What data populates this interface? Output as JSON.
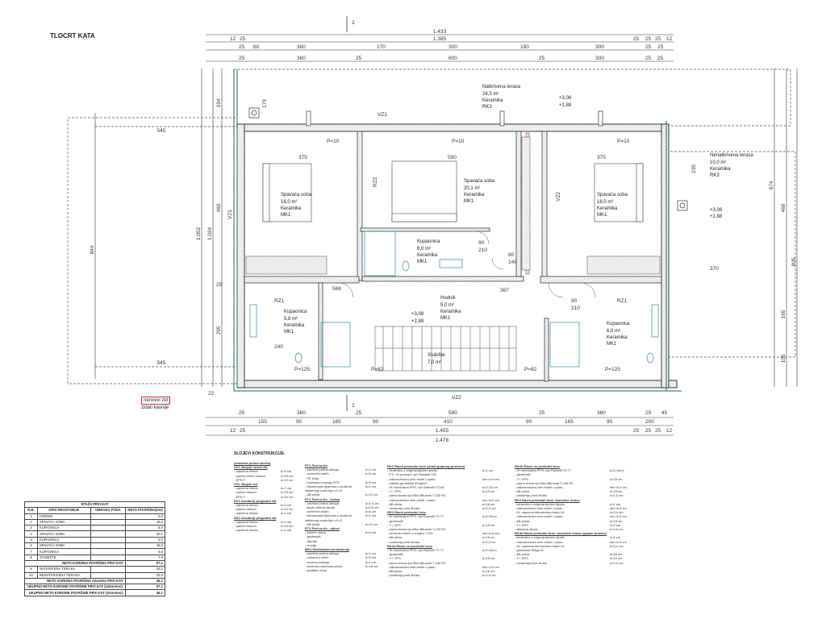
{
  "sheet_title": "TLOCRT KATA",
  "section_mark": "2",
  "overall_dims": {
    "top1": "1.433",
    "top2": "1.385",
    "bottom1": "1.455",
    "bottom2": "1.478",
    "left1": "1.052",
    "left2": "1.024",
    "left3": "844",
    "right1": "805",
    "right2": "674"
  },
  "top_row2": [
    "12",
    "25",
    "25",
    "25",
    "25",
    "12"
  ],
  "top_row3": [
    "25",
    "60",
    "360",
    "170",
    "300",
    "180",
    "300",
    "25",
    "25"
  ],
  "top_row4": [
    "25",
    "360",
    "25",
    "600",
    "25",
    "300",
    "25",
    "25"
  ],
  "bottom_row": [
    "25",
    "360",
    "25",
    "590",
    "25",
    "360",
    "25",
    "45"
  ],
  "bottom_row2": [
    "155",
    "90",
    "165",
    "90",
    "410",
    "90",
    "165",
    "90",
    "200"
  ],
  "bottom_row3": [
    "12",
    "25",
    "25",
    "25",
    "25",
    "12"
  ],
  "rooms": {
    "terrace_covered": {
      "name": "Natkrivena terasa",
      "area": "24,3 m²",
      "floor": "Keramika",
      "code": "RK3",
      "level1": "+3,08",
      "level2": "+2,88"
    },
    "terrace_open": {
      "name": "Nenatkrivena terasa",
      "area": "10,0 m²",
      "floor": "Keramika",
      "code": "RK3",
      "level1": "+3,08",
      "level2": "+2,88"
    },
    "bed1": {
      "name": "Spavaća soba",
      "area": "18,0 m²",
      "floor": "Keramika",
      "code": "MK1"
    },
    "bed2": {
      "name": "Spavaća soba",
      "area": "20,1 m²",
      "floor": "Keramika",
      "code": "MK1"
    },
    "bed3": {
      "name": "Spavaća soba",
      "area": "18,0 m²",
      "floor": "Keramika",
      "code": "MK1"
    },
    "bath_center": {
      "name": "Kupaonica",
      "area": "6,0 m²",
      "floor": "Keramika",
      "code": "MK1"
    },
    "bath_left": {
      "name": "Kupaonica",
      "area": "5,8 m²",
      "floor": "Keramika",
      "code": "MK1"
    },
    "bath_right": {
      "name": "Kupaonica",
      "area": "6,0 m²",
      "floor": "Keramika",
      "code": "MK1"
    },
    "hall": {
      "name": "Hodnik",
      "area": "5,0 m²",
      "floor": "Keramika",
      "code": "MK1",
      "level1": "+3,08",
      "level2": "+2,88"
    },
    "stairs": {
      "name": "Stubište",
      "area": "7,0 m²"
    }
  },
  "inner_dims": {
    "d375a": "375",
    "d590": "590",
    "d375b": "375",
    "d568": "568",
    "d367": "367",
    "d370": "370",
    "d240": "240",
    "d545a": "545",
    "d545b": "545",
    "d210a": "210",
    "d210b": "210",
    "d90a": "90",
    "d90b": "90",
    "d80": "80",
    "d140": "140",
    "d460a": "460",
    "d460b": "460",
    "d295": "295",
    "d165": "165",
    "d105": "105",
    "d194": "194",
    "d179": "179",
    "d235": "235",
    "d25": "25",
    "d22": "22"
  },
  "wall_tags": {
    "vz1": "VZ1",
    "vz2": "VZ2",
    "vz1b": "VZ1",
    "rz2": "RZ2",
    "rz1a": "RZ1",
    "rz1b": "RZ1",
    "vz2s": "VZ2",
    "p10a": "P=10",
    "p10b": "P=10",
    "p10c": "P=10",
    "p125a": "P=125",
    "p125b": "P=125",
    "p82a": "P=82",
    "p82b": "P=82"
  },
  "legend": {
    "swatch": "nerosivi zid",
    "note": "zidati kasnije"
  },
  "notes_heading": "SLOJEVI KONSTRUKCIJE:",
  "notes_col1": [
    {
      "h": "(Izrađena prema nacrtu)"
    },
    {
      "h": "VZ1 Vanjski nosivi zid"
    },
    {
      "t": "- vapnena žbuka",
      "v": "d=2 cm"
    },
    {
      "t": "- opečni termo blokovi",
      "v": "d=25 cm"
    },
    {
      "t": "- EPS F",
      "v": "d=10 cm"
    },
    {
      "h": "VZ2 Vanjski zid"
    },
    {
      "t": "- vapnena žbuka",
      "v": "d=2 cm"
    },
    {
      "t": "- opečni blokovi",
      "v": "d=25 cm"
    },
    {
      "t": "- EPS F",
      "v": "d=10 cm"
    },
    {
      "h": "RZ1 Unutarnji pregradni zid"
    },
    {
      "t": "- vapnena žbuka",
      "v": "d=2 cm"
    },
    {
      "t": "- opečni blokovi",
      "v": "d=10 cm"
    },
    {
      "t": "- vapnena žbuka",
      "v": "d=2 cm"
    },
    {
      "h": "RZ2 Unutarnji pregradni zid"
    },
    {
      "t": "- vapnena žbuka",
      "v": "d=2 cm"
    },
    {
      "t": "- opečni blokovi",
      "v": "d=25 cm"
    },
    {
      "t": "- vapnena žbuka",
      "v": "d=2 cm"
    }
  ],
  "notes_col2": [
    {
      "h": "PT1 Pod na tlu"
    },
    {
      "t": "- završna podna obloga",
      "v": "d=2 cm"
    },
    {
      "t": "- cementni estrih",
      "v": "d=6 cm"
    },
    {
      "t": "- PE folija",
      "v": ""
    },
    {
      "t": "- toplinska izolacija EPS",
      "v": "d=8 cm"
    },
    {
      "t": "- bitumenska ljepenka s uloškom",
      "v": "d=1 cm"
    },
    {
      "t": "  staklenog voala tipa v4 v2",
      "v": ""
    },
    {
      "t": "- AB ploča",
      "v": "d=12 cm"
    },
    {
      "h": "PT2 Pod na tlu - terasa"
    },
    {
      "t": "- završna podna obloga",
      "v": "d=1,5 cm"
    },
    {
      "t": "- ljepilo hidroizolacija",
      "v": "d=0,5 cm"
    },
    {
      "t": "- cementni estrih",
      "v": "d=6 cm"
    },
    {
      "t": "- bitumenska ljepenka s uloškom",
      "v": "d=1 cm"
    },
    {
      "t": "  staklenog voala tipa v4 v2",
      "v": ""
    },
    {
      "t": "- AB ploča",
      "v": "d=12 cm"
    },
    {
      "h": "PT3 Pod na tlu - oblozi"
    },
    {
      "t": "- kamen oblozi",
      "v": "d=6 cm"
    },
    {
      "t": "- geotekstil",
      "v": ""
    },
    {
      "t": "- šljunak",
      "v": ""
    },
    {
      "t": "- zemlja",
      "v": ""
    },
    {
      "h": "MK1 Međukatna konstrukcija"
    },
    {
      "t": "- završna podna obloga",
      "v": "d=2 cm"
    },
    {
      "t": "- cementni estrih",
      "v": "d=5 cm"
    },
    {
      "t": "- zvučna izolacija",
      "v": "d=2 cm"
    },
    {
      "t": "- armirano-betonska ploča",
      "v": "d=18 cm"
    },
    {
      "t": "- spušteni strop",
      "v": ""
    }
  ],
  "notes_col3": [
    {
      "h": "RK1 Ravni prohodni krov (iznad grijanog prostora)"
    },
    {
      "t": "- keramika u odgovarajućem ljepilu",
      "v": "d=1 cm"
    },
    {
      "t": "- P.C. HI premaz, npr.Sikaseal 152",
      "v": ""
    },
    {
      "t": "- mikroarmirani cem.estrih u padu",
      "v": "min d=4 cm"
    },
    {
      "t": "- zaštitni geotekstil 300g/m2",
      "v": ""
    },
    {
      "t": "- HI membrana FPO, npr.Sarnafil TG 66",
      "v": "d=0,15 cm"
    },
    {
      "t": "- T.I. XPS",
      "v": "d=15 cm"
    },
    {
      "t": "- parna brana npr.Sika Bituseal T-230 PA",
      "v": ""
    },
    {
      "t": "- mikroarmirani cem.estrih u padu",
      "v": "min d=4 cm"
    },
    {
      "t": "- AB ploča",
      "v": "d=18 cm"
    },
    {
      "t": "- unutarnja pred žbuka",
      "v": "d=2,0 cm"
    },
    {
      "h": "RK2 Ravni prohodni krov"
    },
    {
      "t": "- HI membrana FPO, npr.Sarnafil TS 77",
      "v": "d=0,15cm"
    },
    {
      "t": "- geotekstil",
      "v": ""
    },
    {
      "t": "- T.I. XPS",
      "v": "d=15 cm"
    },
    {
      "t": "- parna brana npr.Sika Bituseal T-230 PA",
      "v": ""
    },
    {
      "t": "- cementni estrih u nagibu 1,5%",
      "v": "min d=4 cm"
    },
    {
      "t": "- AB ploča",
      "v": "d=18 cm"
    },
    {
      "t": "- unutarnja pred žbuka",
      "v": "d=2,0 cm"
    },
    {
      "h": "RK2a Ravni ne prohodni krov"
    },
    {
      "t": "- HI membrana FPO, npr.Sarnafil TS 77",
      "v": "d=0,15cm"
    },
    {
      "t": "- geotekstil",
      "v": ""
    },
    {
      "t": "- T.I. XPS",
      "v": "d=15 cm"
    },
    {
      "t": "- parna brana npr.Sika Bituseal T-230 PA",
      "v": ""
    },
    {
      "t": "- mikroarmirani cem.estrih u padu",
      "v": "min d=4 cm"
    },
    {
      "t": "- AB ploča",
      "v": "d=18 cm"
    },
    {
      "t": "- unutarnja pred žbuka",
      "v": "d=2,0 cm"
    }
  ],
  "notes_col4": [
    {
      "h": "RK2b Ravni ne prohodni krov"
    },
    {
      "t": "- HI membrana FPO, npr.Sarnafil TS 77",
      "v": "d=0,15cm"
    },
    {
      "t": "- geotekstil",
      "v": ""
    },
    {
      "t": "- T.I. XPS",
      "v": "d=15 cm"
    },
    {
      "t": "- parna brana npr.Sika Bituseal T-230 PA",
      "v": ""
    },
    {
      "t": "- mikroarmirani cem.estrih u padu",
      "v": "min d=4 cm"
    },
    {
      "t": "- AB ploča",
      "v": "d=18 cm"
    },
    {
      "t": "- unutarnja pred žbuka",
      "v": "d=2,0 cm"
    },
    {
      "h": "RK3 Ravni prohodni krov- konzolne terase"
    },
    {
      "t": "- keramika u odgovarajućem ljepilu",
      "v": "d=1 cm"
    },
    {
      "t": "- mikroarmirani cem.estrih u padu",
      "v": "min d=4 cm"
    },
    {
      "t": "- HI. vapnena bitumenska traka V4",
      "v": "d=0,4 cm"
    },
    {
      "t": "- mikroarmirani cem.estrih u padu",
      "v": "min d=4 cm"
    },
    {
      "t": "- AB ploča",
      "v": "d=18 cm"
    },
    {
      "t": "- T.I. EPS",
      "v": "d=5 cm"
    },
    {
      "t": "- silikatna žbuka",
      "v": "d=0,5 cm"
    },
    {
      "h": "RK3a Ravni prohodni krov- konzolne terase (grijani prostor)"
    },
    {
      "t": "- keramika u odgovarajućem ljepilu",
      "v": "d=1 cm"
    },
    {
      "t": "- mikroarmirani cem.estrih u padu",
      "v": "min d=4 cm"
    },
    {
      "t": "- HI. vapnena bitumenska traka V4",
      "v": "d=0,4 cm"
    },
    {
      "t": "- geotekstil 300g/m2",
      "v": ""
    },
    {
      "t": "- AB ploča",
      "v": "d=18 cm"
    },
    {
      "t": "- T.I. EPS",
      "v": "d=15 cm"
    },
    {
      "t": "- unutarnja pred žbuka",
      "v": "d=2,0 cm"
    }
  ],
  "area_table": {
    "title": "ETAŽA PRVI KAT",
    "headers": [
      "R.B.",
      "OPIS PROSTORIJE",
      "OBRADA PODA",
      "NETO POVRŠINA(m2)"
    ],
    "rows": [
      [
        "1",
        "HODNIK",
        "",
        "5,0"
      ],
      [
        "2",
        "SPAVAĆA SOBA",
        "",
        "18,0"
      ],
      [
        "3",
        "KUPAONICA",
        "",
        "6,0"
      ],
      [
        "4",
        "SPAVAĆA SOBA",
        "",
        "20,1"
      ],
      [
        "5",
        "KUPAONICA",
        "",
        "6,0"
      ],
      [
        "6",
        "SPAVAĆA SOBA",
        "",
        "18,0"
      ],
      [
        "7",
        "KUPAONICA",
        "",
        "5,8"
      ],
      [
        "8",
        "STUBIŠTE",
        "",
        "7,0"
      ]
    ],
    "sum1": {
      "label": "NETO KORISNA POVRŠINA PRVI KAT:",
      "value": "97,1"
    },
    "rows2": [
      [
        "9",
        "NATKRIVENA TERASA",
        "",
        "24,1"
      ],
      [
        "10",
        "NENATKRIVENA TERASA",
        "",
        "22,0"
      ]
    ],
    "sum2": {
      "label": "NETO KORISNA POVRŠINA otvoreno PRVI KAT:",
      "value": "46,1"
    },
    "sum3": {
      "label": "UKUPNO NETO KORISNE POVRŠINE PRVI KAT (zatvoreno):",
      "value": "97,1"
    },
    "sum4": {
      "label": "UKUPNO NETO KORISNE POVRŠINE PRVI KAT (otvoreno):",
      "value": "46,1"
    }
  }
}
